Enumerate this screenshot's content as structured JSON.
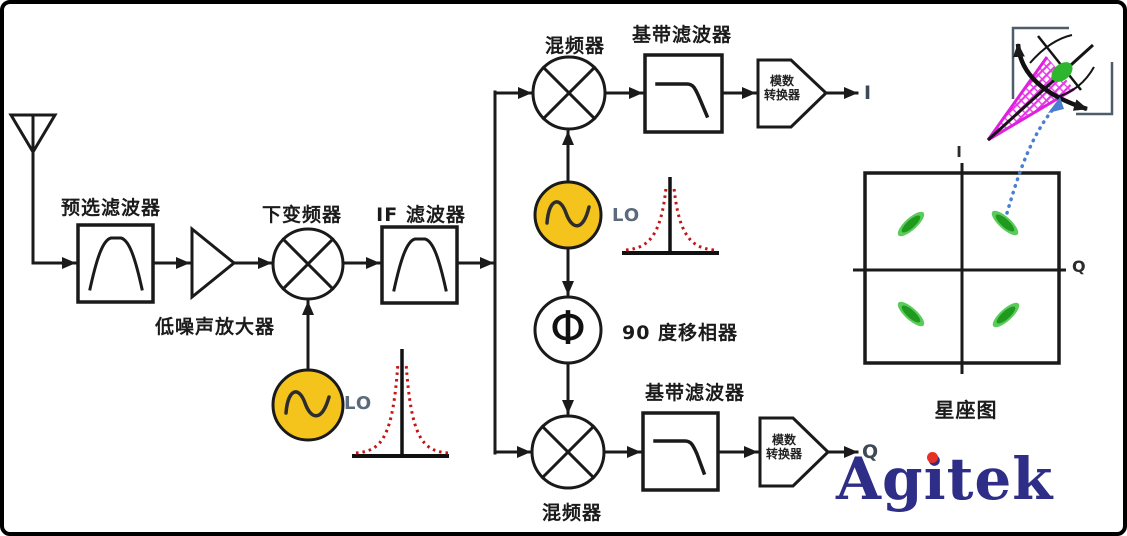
{
  "blocks": {
    "preselect_filter": "预选滤波器",
    "lna": "低噪声放大器",
    "downconverter": "下变频器",
    "if_filter": "IF 滤波器",
    "mixer_top": "混频器",
    "mixer_bottom": "混频器",
    "baseband_filter_top": "基带滤波器",
    "baseband_filter_bottom": "基带滤波器",
    "phase_shifter": "90 度移相器",
    "adc_line1": "模数",
    "adc_line2": "转换器",
    "lo_label": "LO",
    "phi_symbol": "Φ"
  },
  "outputs": {
    "i": "I",
    "q": "Q"
  },
  "constellation": {
    "caption": "星座图",
    "axis_vertical": "I",
    "axis_horizontal": "Q"
  },
  "logo": {
    "text": "Agitek",
    "pre": "Ag",
    "i": "i",
    "post": "tek"
  },
  "colors": {
    "line": "#1a1a1a",
    "lo_fill": "#f4c41d",
    "spectrum_red": "#c41414",
    "label_gray": "#5b6b7c",
    "constellation_green": "#2eb52e",
    "pointer_blue": "#4a7fd0",
    "error_magenta": "#e020e0",
    "zoom_frame_gray": "#4e5d6c",
    "logo_navy": "#2e2d87",
    "logo_dot_red": "#e53127"
  }
}
